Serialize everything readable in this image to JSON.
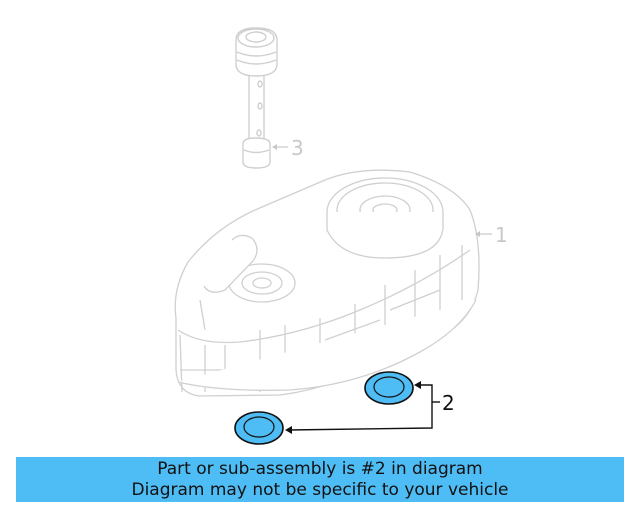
{
  "diagram": {
    "callouts": [
      {
        "number": "1",
        "part": "housing",
        "color": "#c8c8c8"
      },
      {
        "number": "2",
        "part": "seal",
        "color": "#111111",
        "highlighted": true
      },
      {
        "number": "3",
        "part": "dipstick-tube",
        "color": "#c8c8c8"
      }
    ],
    "highlight_fill": "#4fbdf5",
    "line_color": "#d0d0d0"
  },
  "banner": {
    "line1": "Part or sub-assembly is #2 in diagram",
    "line2": "Diagram may not be specific to your vehicle",
    "background": "#4fbdf5"
  }
}
